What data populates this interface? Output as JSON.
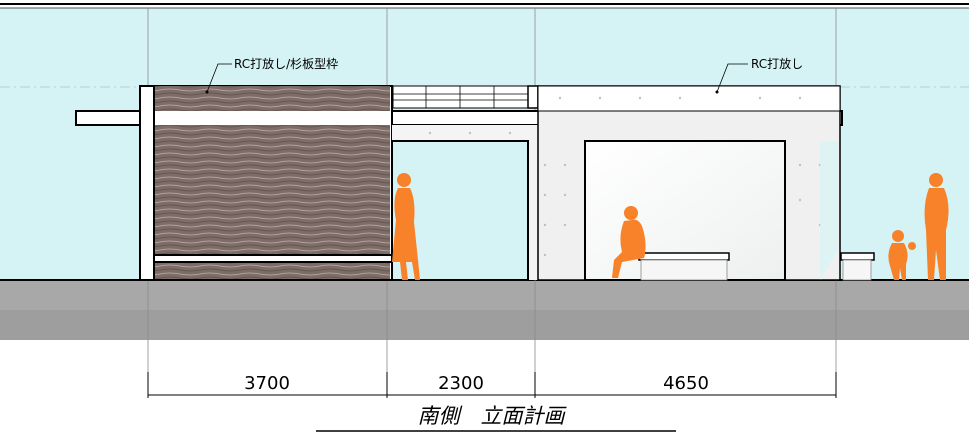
{
  "labels": {
    "left_material": "RC打放し/杉板型枠",
    "right_material": "RC打放し"
  },
  "dimensions": {
    "segment_1": "3700",
    "segment_2": "2300",
    "segment_3": "4650"
  },
  "title": "南側　立面計画",
  "colors": {
    "sky": "#d5f3f5",
    "ground": "#a8a8a8",
    "ground_dark": "#8f8f8f",
    "wood": "#7d6c68",
    "figure": "#f7822a",
    "concrete": "#f0f0f0"
  }
}
